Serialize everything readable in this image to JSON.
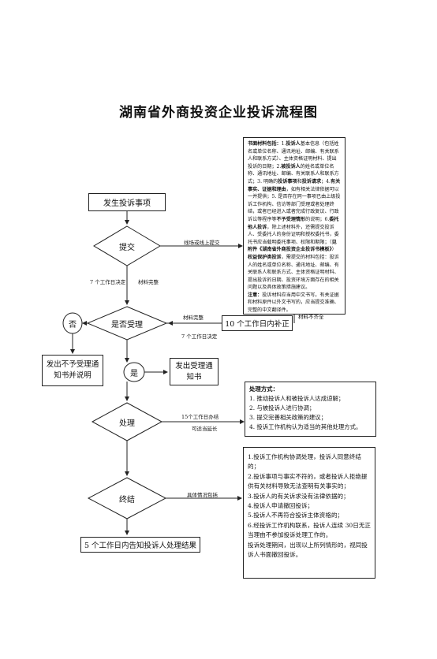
{
  "title": "湖南省外商投资企业投诉流程图",
  "nodes": {
    "start": "发生投诉事项",
    "submit": "提交",
    "accept": "是否受理",
    "no": "否",
    "yes": "是",
    "correct": "10 个工作日内补正",
    "reject_notice": "发出不予受理通知书并说明",
    "accept_notice": "发出受理通知书",
    "handle": "处理",
    "end": "终结",
    "final": "5 个工作日内告知投诉人处理结果"
  },
  "labels": {
    "online": "线场或线上提交",
    "days7_a": "7 个工作日决定",
    "complete_a": "材料完整",
    "complete_b": "材料完整",
    "incomplete": "材料不齐全",
    "days7_b": "7 个工作日决定",
    "days15": "15个工作日办结",
    "extend": "可适当延长",
    "situation": "具体情况包括"
  },
  "materials": {
    "p1_h": "书面材料包括：",
    "p1_a": "1.",
    "p1_b": "投诉人",
    "p1_c": "基本信息（包括姓名或单位名称、通讯地址、邮编、有关联系人和联系方式）、主体资格证明材料、提出投诉的日期；2.",
    "p1_d": "被投诉人",
    "p1_e": "的姓名或单位名称、通讯地址、邮编、有关联系人和联系方式；3. 明确的",
    "p1_f": "投诉事项",
    "p1_g": "和",
    "p1_h2": "投诉请求",
    "p1_i": "；4.",
    "p1_j": "有关事实、证据和理由",
    "p1_k": "，如有相关法律依据可以一并提供；5. 是否存在同一事项已由上级投诉工作机构、信访等部门受理或者处理终结，或者已经进入或者完成行政复议、行政诉讼等程序等",
    "p1_l": "不予受理情形",
    "p1_m": "的说明；6.",
    "p1_n": "委托他人投诉",
    "p1_o": "，除上述材料外，还需提交投诉人、受委托人的身份证明和授权委托书，委托书应当载明委托事项、权限和期限；（",
    "p1_p": "见附件《湖南省外商投资企业投诉书模板》",
    "p1_q": "）",
    "p1_r": "权益保护类投诉",
    "p1_s": "，需提交的材料包括：投诉人的姓名或单位名称、通讯地址、邮编、有关联系人和联系方式、主体资格证明材料、提出投诉的日期、投资环境方面存在的相关问题以及具体政策措施建议。",
    "p2_h": "注意：",
    "p2_t": "投诉材料应当用中文书写。有关证据和材料原件以外文书写的，应当提交准确、完整的中文翻译件。"
  },
  "methods": {
    "heading": "处理方式：",
    "items": [
      "1. 推动投诉人和被投诉人达成谅解；",
      "2. 与被投诉人进行协调；",
      "3. 提交完善相关政策的建议；",
      "4. 投诉工作机构认为适当的其他处理方式。"
    ]
  },
  "endings": {
    "items": [
      "1.投诉工作机构协调处理，投诉人同意终结的；",
      "2.投诉事项与事实不符的，或者投诉人拒绝提供有关材料导致无法查明有关事实的；",
      "3.投诉人的有关诉求没有法律依据的；",
      "4.投诉人申请撤回投诉；",
      "5.投诉人不再符合投诉主体资格的；",
      "6.经投诉工作机构联系，投诉人连续 30日无正当理由不参加投诉处理工作的。"
    ],
    "note": "投诉处理期间，出现以上所列情形的，视同投 诉人书面撤回投诉。"
  }
}
